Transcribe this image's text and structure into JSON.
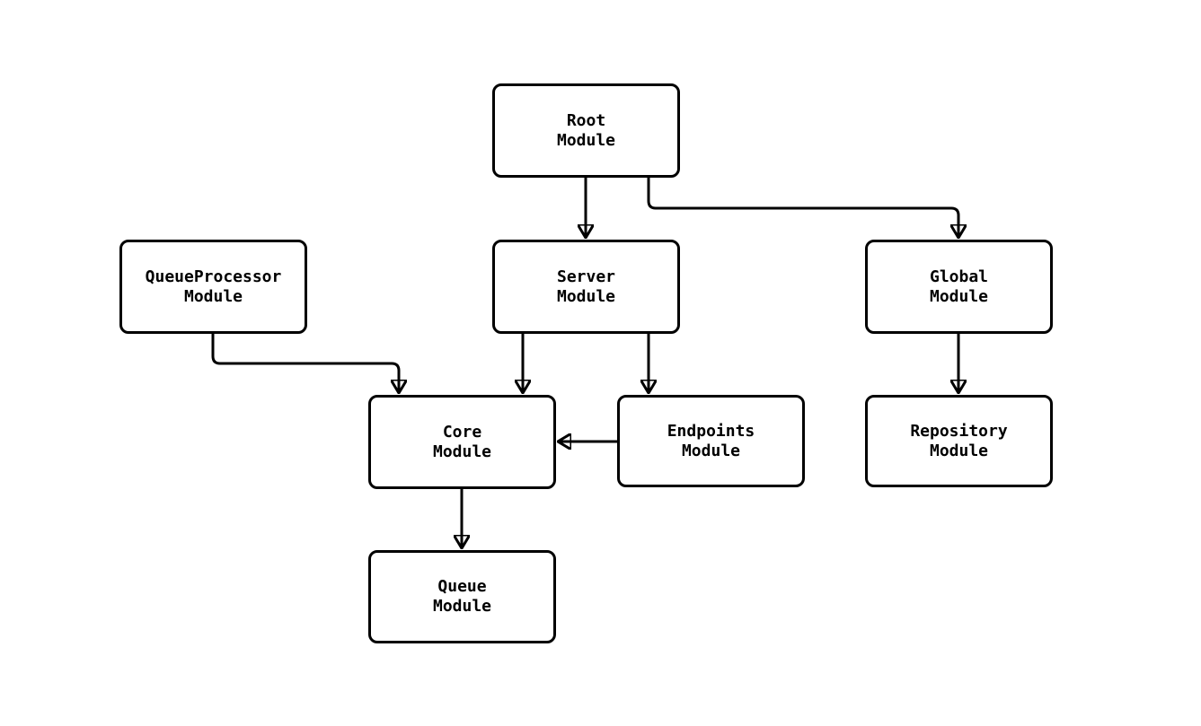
{
  "diagram": {
    "background_color": "#ffffff",
    "line_color": "#000000",
    "node_fill_color": "#ffffff",
    "nodes": [
      {
        "id": "root",
        "label": "Root\nModule"
      },
      {
        "id": "queueprocessor",
        "label": "QueueProcessor\nModule"
      },
      {
        "id": "server",
        "label": "Server\nModule"
      },
      {
        "id": "global",
        "label": "Global\nModule"
      },
      {
        "id": "core",
        "label": "Core\nModule"
      },
      {
        "id": "endpoints",
        "label": "Endpoints\nModule"
      },
      {
        "id": "repository",
        "label": "Repository\nModule"
      },
      {
        "id": "queue",
        "label": "Queue\nModule"
      }
    ],
    "edges": [
      {
        "from": "Root Module",
        "to": "Server Module"
      },
      {
        "from": "Root Module",
        "to": "Global Module"
      },
      {
        "from": "QueueProcessor Module",
        "to": "Core Module"
      },
      {
        "from": "Server Module",
        "to": "Core Module"
      },
      {
        "from": "Server Module",
        "to": "Endpoints Module"
      },
      {
        "from": "Endpoints Module",
        "to": "Core Module"
      },
      {
        "from": "Global Module",
        "to": "Repository Module"
      },
      {
        "from": "Core Module",
        "to": "Queue Module"
      }
    ]
  }
}
